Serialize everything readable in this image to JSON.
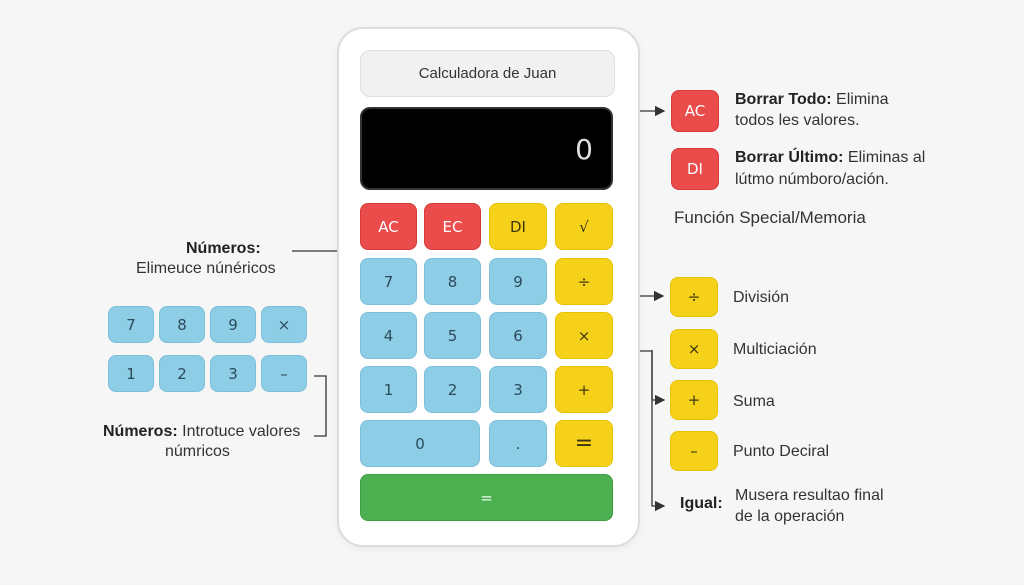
{
  "calc": {
    "title": "Calculadora de Juan",
    "display": "0",
    "rows": [
      [
        "AC",
        "EC",
        "DI",
        "√"
      ],
      [
        "7",
        "8",
        "9",
        "÷"
      ],
      [
        "4",
        "5",
        "6",
        "×"
      ],
      [
        "1",
        "2",
        "3",
        "+"
      ],
      [
        "0",
        ".",
        "="
      ]
    ],
    "equals_wide": "="
  },
  "mini_keypad": {
    "row1": [
      "7",
      "8",
      "9",
      "×"
    ],
    "row2": [
      "1",
      "2",
      "3",
      "–"
    ]
  },
  "left_labels": {
    "numeros_top": {
      "bold": "Números:",
      "text": "Elimeuce núnéricos"
    },
    "numeros_bottom": {
      "bold": "Números:",
      "text1": "Introtuce valores",
      "text2": "númricos"
    }
  },
  "right_labels": {
    "ac": {
      "key": "AC",
      "bold": "Borrar Todo:",
      "text1": "Elimina",
      "text2": "todos les valores."
    },
    "di": {
      "key": "DI",
      "bold": "Borrar Último:",
      "text1": "Eliminas al",
      "text2": "lútmo númboro/ación."
    },
    "special": "Función Special/Memoria",
    "ops": [
      {
        "key": "÷",
        "label": "División"
      },
      {
        "key": "×",
        "label": "Multiciación"
      },
      {
        "key": "+",
        "label": "Suma"
      },
      {
        "key": "–",
        "label": "Punto Deciral"
      }
    ],
    "igual": {
      "bold": "Igual:",
      "text1": "Musera resultao final",
      "text2": "de la operación"
    }
  },
  "colors": {
    "red": "#ea4b4b",
    "yellow": "#f5d11a",
    "blue": "#8ecde6",
    "green": "#4caf50",
    "display": "#000000"
  }
}
